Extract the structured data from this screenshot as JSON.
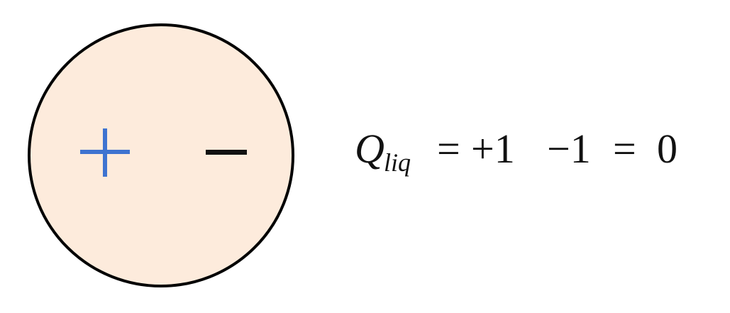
{
  "diagram": {
    "colors": {
      "background": "#ffffff",
      "sphere_fill": "#fdebdc",
      "sphere_stroke": "#000000",
      "positive": "#3e73d0",
      "negative": "#111111",
      "text": "#111111"
    },
    "charges": {
      "positive_symbol": "+",
      "negative_symbol": "−"
    },
    "equation": {
      "symbol": "Q",
      "subscript": "liq",
      "equals_1": "=",
      "term_1": "+1",
      "term_2": "−1",
      "equals_2": "=",
      "result": "0"
    }
  }
}
